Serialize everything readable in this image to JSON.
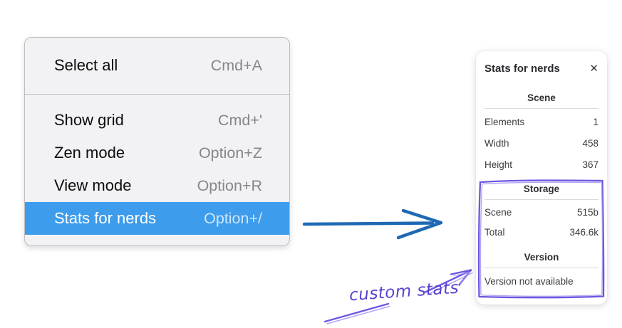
{
  "context_menu": {
    "items": [
      {
        "label": "Select all",
        "shortcut": "Cmd+A",
        "selected": false
      },
      {
        "label": "Show grid",
        "shortcut": "Cmd+'",
        "selected": false
      },
      {
        "label": "Zen mode",
        "shortcut": "Option+Z",
        "selected": false
      },
      {
        "label": "View mode",
        "shortcut": "Option+R",
        "selected": false
      },
      {
        "label": "Stats for nerds",
        "shortcut": "Option+/",
        "selected": true
      }
    ],
    "colors": {
      "highlight": "#3d9ceb",
      "background": "#f2f2f4",
      "border": "#bcbec3",
      "shortcut_text": "#86868b"
    }
  },
  "stats_panel": {
    "title": "Stats for nerds",
    "close_icon": "✕",
    "sections": [
      {
        "heading": "Scene",
        "rows": [
          {
            "label": "Elements",
            "value": "1"
          },
          {
            "label": "Width",
            "value": "458"
          },
          {
            "label": "Height",
            "value": "367"
          }
        ]
      },
      {
        "heading": "Storage",
        "rows": [
          {
            "label": "Scene",
            "value": "515b"
          },
          {
            "label": "Total",
            "value": "346.6k"
          }
        ]
      },
      {
        "heading": "Version",
        "note": "Version not available"
      }
    ]
  },
  "annotations": {
    "custom_stats_label": "custom stats",
    "colors": {
      "flow_arrow": "#1e69b3",
      "highlight_box": "#6d55e0",
      "label_text": "#5a41d0"
    }
  }
}
